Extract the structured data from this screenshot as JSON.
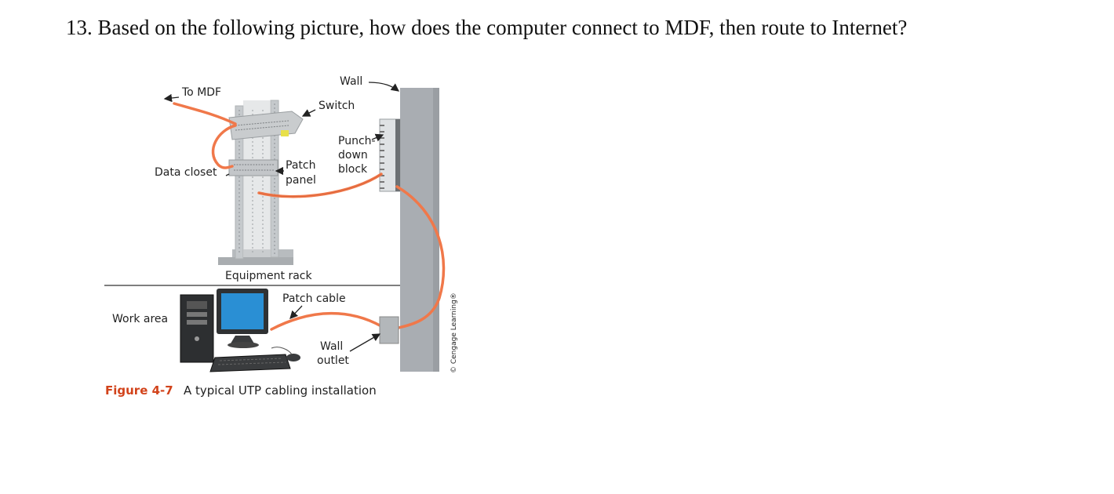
{
  "question": {
    "text": "13. Based on the following picture, how does the computer connect to MDF, then route to Internet?"
  },
  "figure": {
    "labels": {
      "wall": "Wall",
      "to_mdf": "To MDF",
      "switch": "Switch",
      "punch_down_1": "Punch-",
      "punch_down_2": "down",
      "punch_down_3": "block",
      "data_closet": "Data closet",
      "patch_panel_1": "Patch",
      "patch_panel_2": "panel",
      "equipment_rack": "Equipment rack",
      "patch_cable": "Patch cable",
      "work_area": "Work area",
      "wall_outlet_1": "Wall",
      "wall_outlet_2": "outlet"
    },
    "caption": {
      "number": "Figure 4-7",
      "text": "A typical UTP cabling installation"
    },
    "credit": "© Cengage Learning®",
    "colors": {
      "cable": "#f0784a",
      "wall": "#a9adb2",
      "rack": "#c5c9cc",
      "caption_accent": "#d2431b"
    }
  }
}
